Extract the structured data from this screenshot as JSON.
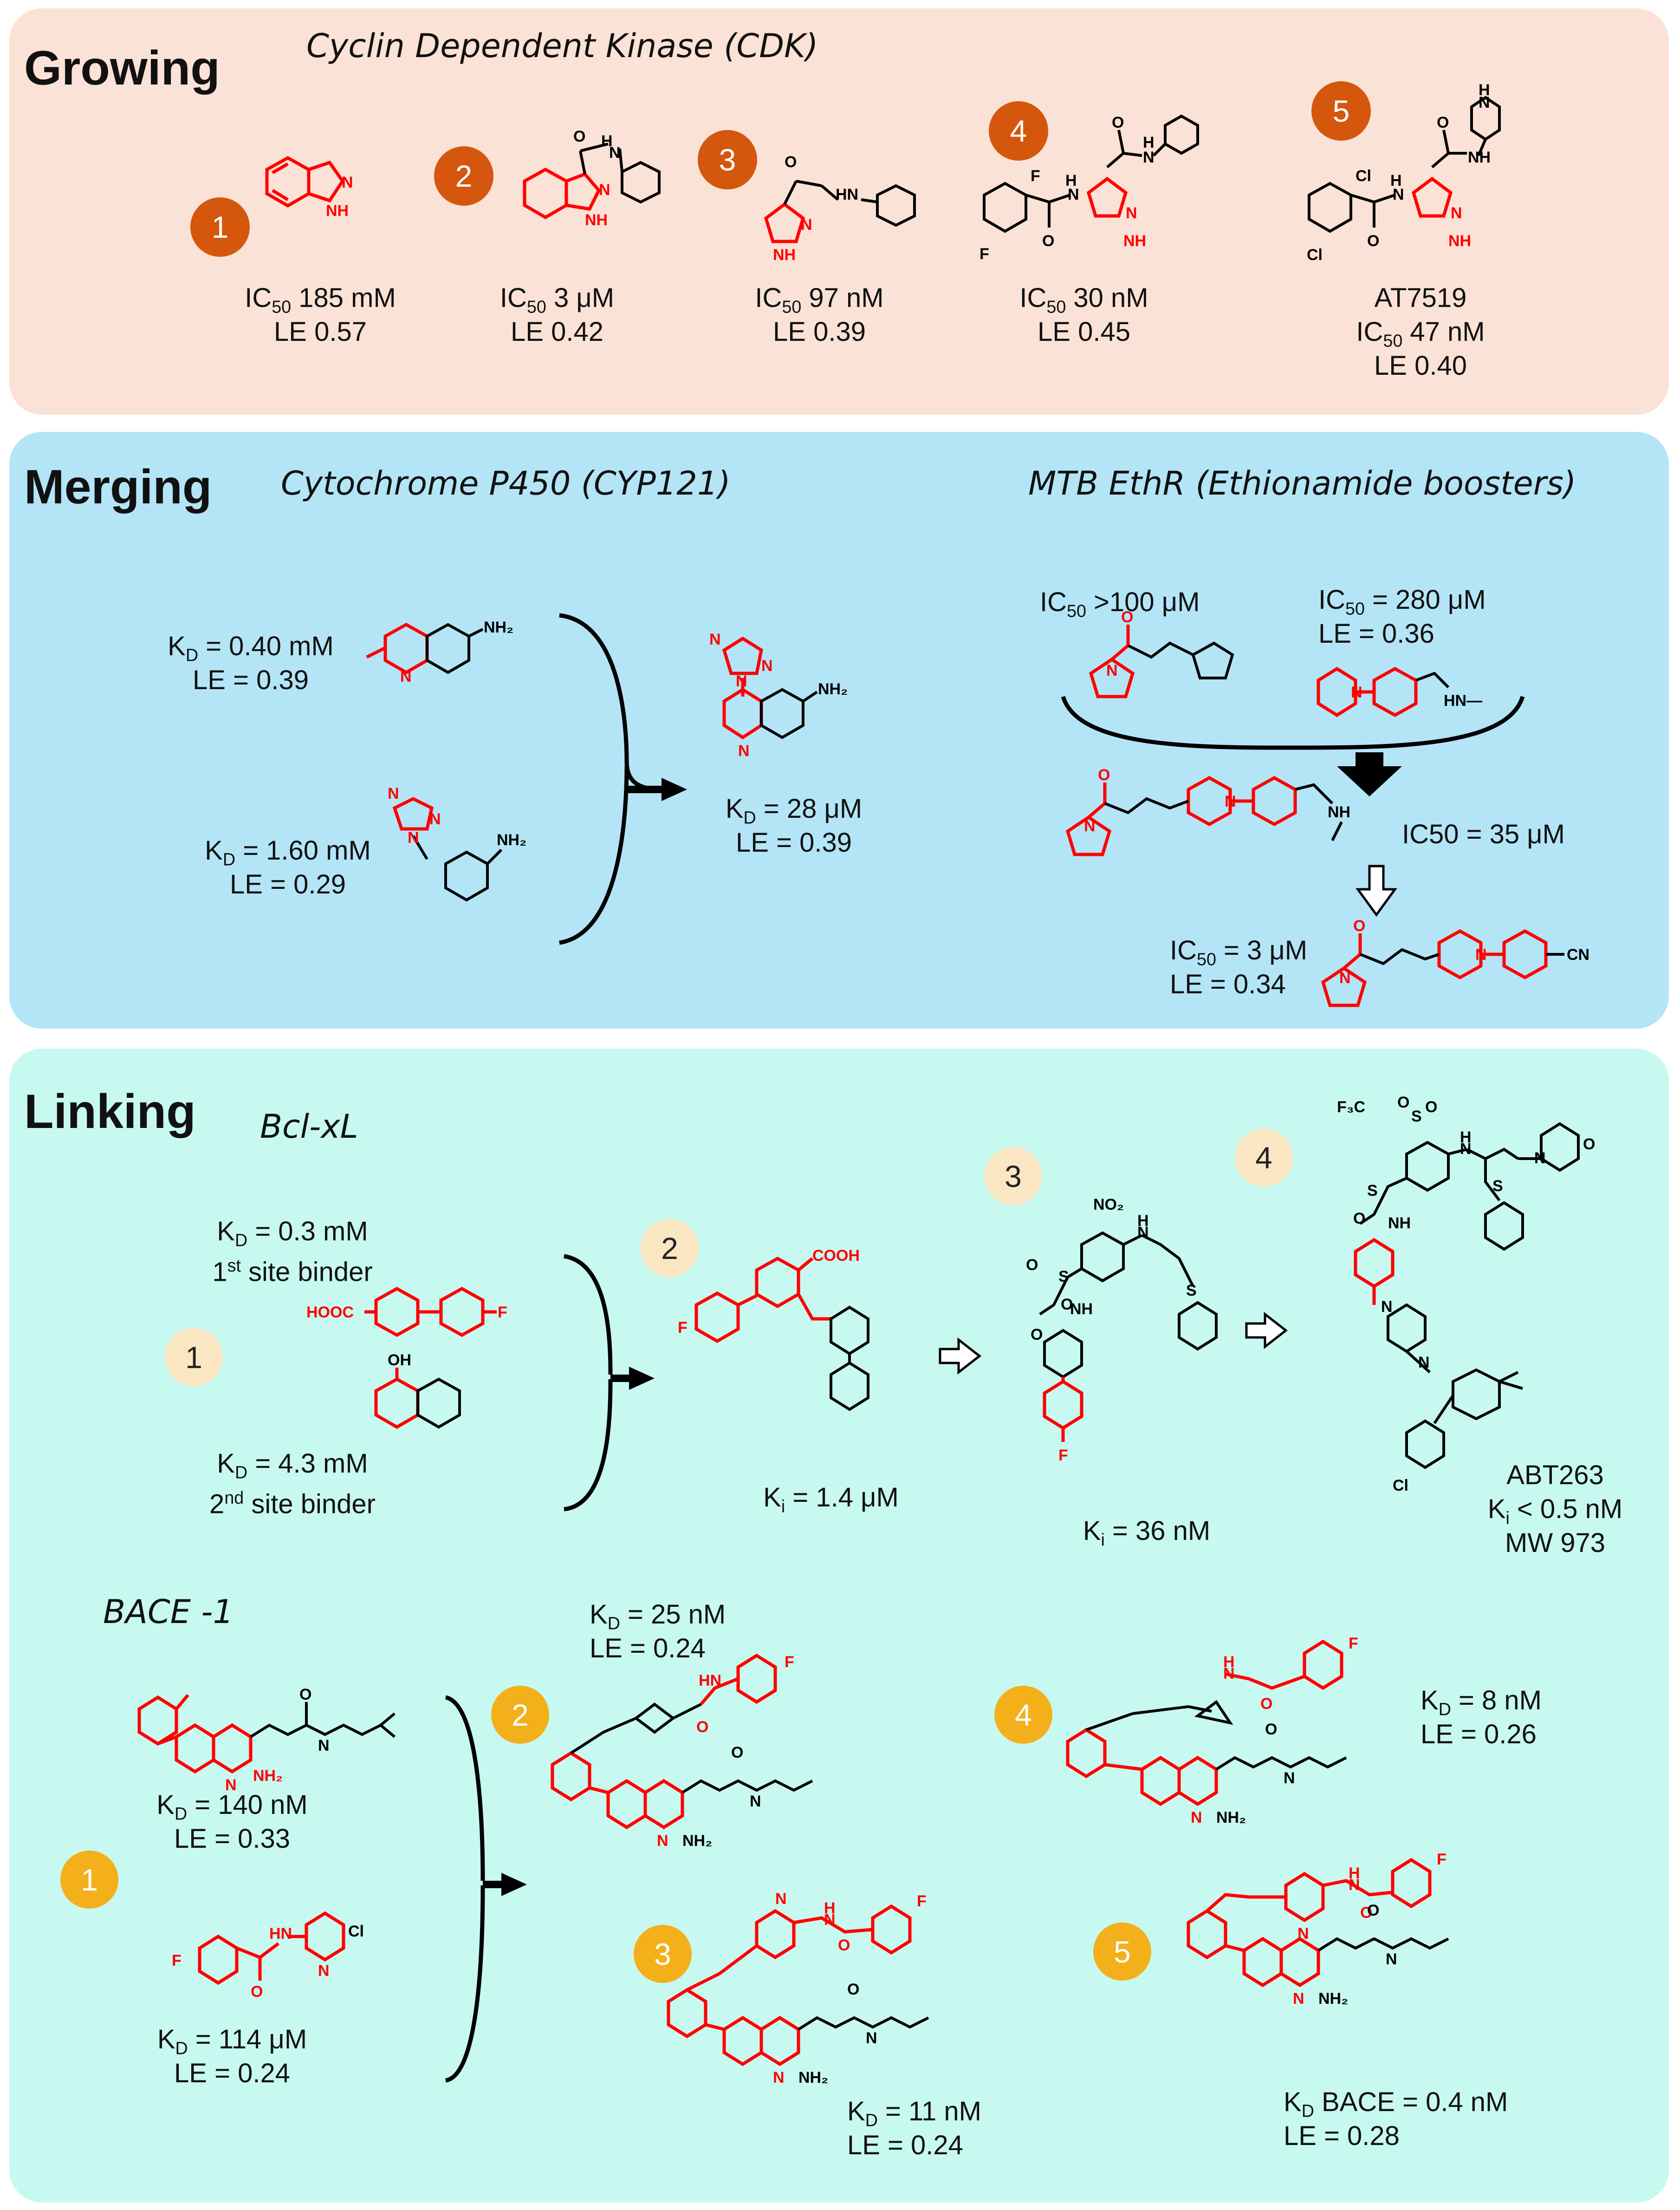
{
  "sections": {
    "growing": {
      "title": "Growing",
      "target": "Cyclin Dependent Kinase (CDK)",
      "compounds": [
        {
          "badge": "1",
          "ic50_label": "IC",
          "ic50_sub": "50",
          "ic50_value": " 185 mM",
          "le": "LE 0.57"
        },
        {
          "badge": "2",
          "ic50_label": "IC",
          "ic50_sub": "50",
          "ic50_value": " 3 μM",
          "le": "LE 0.42"
        },
        {
          "badge": "3",
          "ic50_label": "IC",
          "ic50_sub": "50",
          "ic50_value": " 97 nM",
          "le": "LE 0.39"
        },
        {
          "badge": "4",
          "ic50_label": "IC",
          "ic50_sub": "50",
          "ic50_value": " 30 nM",
          "le": "LE 0.45"
        },
        {
          "badge": "5",
          "name": "AT7519",
          "ic50_label": "IC",
          "ic50_sub": "50",
          "ic50_value": " 47 nM",
          "le": "LE 0.40"
        }
      ]
    },
    "merging": {
      "title": "Merging",
      "cyp": {
        "target": "Cytochrome P450 (CYP121)",
        "frag1": {
          "kd_label": "K",
          "kd_sub": "D",
          "kd_value": " = 0.40 mM",
          "le": "LE = 0.39"
        },
        "frag2": {
          "kd_label": "K",
          "kd_sub": "D",
          "kd_value": " = 1.60 mM",
          "le": "LE = 0.29"
        },
        "product": {
          "kd_label": "K",
          "kd_sub": "D",
          "kd_value": " = 28 μM",
          "le": "LE = 0.39"
        }
      },
      "ethr": {
        "target": "MTB EthR (Ethionamide boosters)",
        "frag1": {
          "ic50_label": "IC",
          "ic50_sub": "50",
          "ic50_value": "  >100 μM"
        },
        "frag2": {
          "ic50_label": "IC",
          "ic50_sub": "50",
          "ic50_value": " = 280 μM",
          "le": "LE = 0.36"
        },
        "merged": {
          "ic50": "IC50 = 35 μM"
        },
        "optimized": {
          "ic50_label": "IC",
          "ic50_sub": "50",
          "ic50_value": " = 3 μM",
          "le": "LE = 0.34"
        }
      }
    },
    "linking": {
      "title": "Linking",
      "bclxl": {
        "target": "Bcl-xL",
        "frag1": {
          "kd_label": "K",
          "kd_sub": "D",
          "kd_value": " = 0.3 mM",
          "site_num": "1",
          "site_sup": "st",
          "site_text": " site binder"
        },
        "frag2": {
          "kd_label": "K",
          "kd_sub": "D",
          "kd_value": " = 4.3 mM",
          "site_num": "2",
          "site_sup": "nd",
          "site_text": " site binder"
        },
        "badges": [
          "1",
          "2",
          "3",
          "4"
        ],
        "c2": {
          "ki_label": "K",
          "ki_sub": "i",
          "ki_value": " = 1.4 μM"
        },
        "c3": {
          "ki_label": "K",
          "ki_sub": "i",
          "ki_value": " =  36 nM"
        },
        "c4": {
          "name": "ABT263",
          "ki_label": "K",
          "ki_sub": "i",
          "ki_value": " <  0.5 nM",
          "mw": "MW 973"
        }
      },
      "bace": {
        "target": "BACE -1",
        "badges": [
          "1",
          "2",
          "3",
          "4",
          "5"
        ],
        "frag1": {
          "kd_label": "K",
          "kd_sub": "D",
          "kd_value": "  = 140 nM",
          "le": "LE = 0.33"
        },
        "frag2": {
          "kd_label": "K",
          "kd_sub": "D",
          "kd_value": "  = 114 μM",
          "le": "LE = 0.24"
        },
        "c2": {
          "kd_label": "K",
          "kd_sub": "D",
          "kd_value": "  = 25 nM",
          "le": "LE = 0.24"
        },
        "c3": {
          "kd_label": "K",
          "kd_sub": "D",
          "kd_value": "  = 11 nM",
          "le": "LE = 0.24"
        },
        "c4": {
          "kd_label": "K",
          "kd_sub": "D",
          "kd_value": "  = 8 nM",
          "le": "LE = 0.26"
        },
        "c5": {
          "kd_label": "K",
          "kd_sub": "D",
          "kd_value": "  BACE = 0.4 nM",
          "le": "LE = 0.28"
        }
      }
    }
  },
  "atoms": {
    "N": "N",
    "NH": "NH",
    "HN": "HN",
    "H": "H",
    "O": "O",
    "F": "F",
    "Cl": "Cl",
    "S": "S",
    "NH2": "NH₂",
    "NO2": "NO₂",
    "COOH": "COOH",
    "HOOC": "HOOC",
    "OH": "OH",
    "CN": "CN",
    "HN_": "HN—",
    "F3C": "F₃C"
  },
  "colors": {
    "growing_bg": "#fbe2d6",
    "merging_bg": "#b3e5f7",
    "linking_bg": "#c7f9f0",
    "fragment_red": "#ff0000",
    "badge_orange": "#d4570d",
    "badge_cream": "#fbe6c4",
    "badge_gold": "#f3b01a"
  }
}
